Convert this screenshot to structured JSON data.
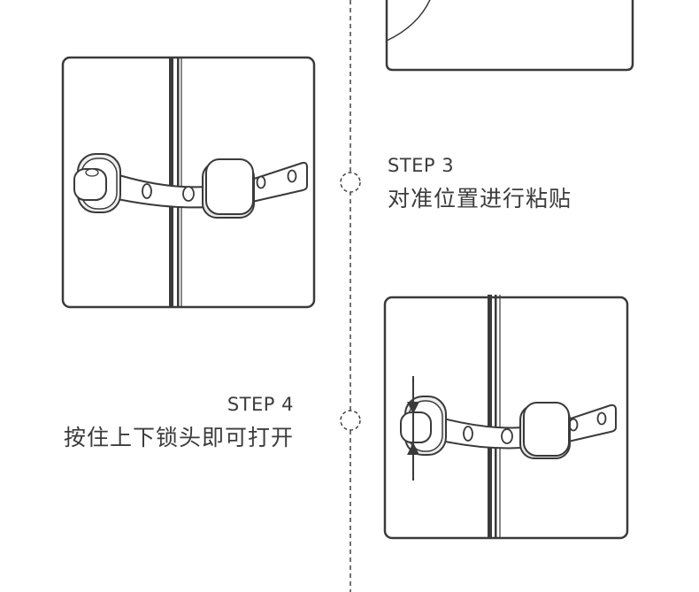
{
  "steps": [
    {
      "label": "STEP 3",
      "description": "对准位置进行粘贴"
    },
    {
      "label": "STEP 4",
      "description": "按住上下锁头即可打开"
    }
  ],
  "colors": {
    "line": "#3a3a3a",
    "panel_fill": "#ffffff",
    "part_fill": "#ffffff",
    "shadow": "#e5e5e5"
  }
}
